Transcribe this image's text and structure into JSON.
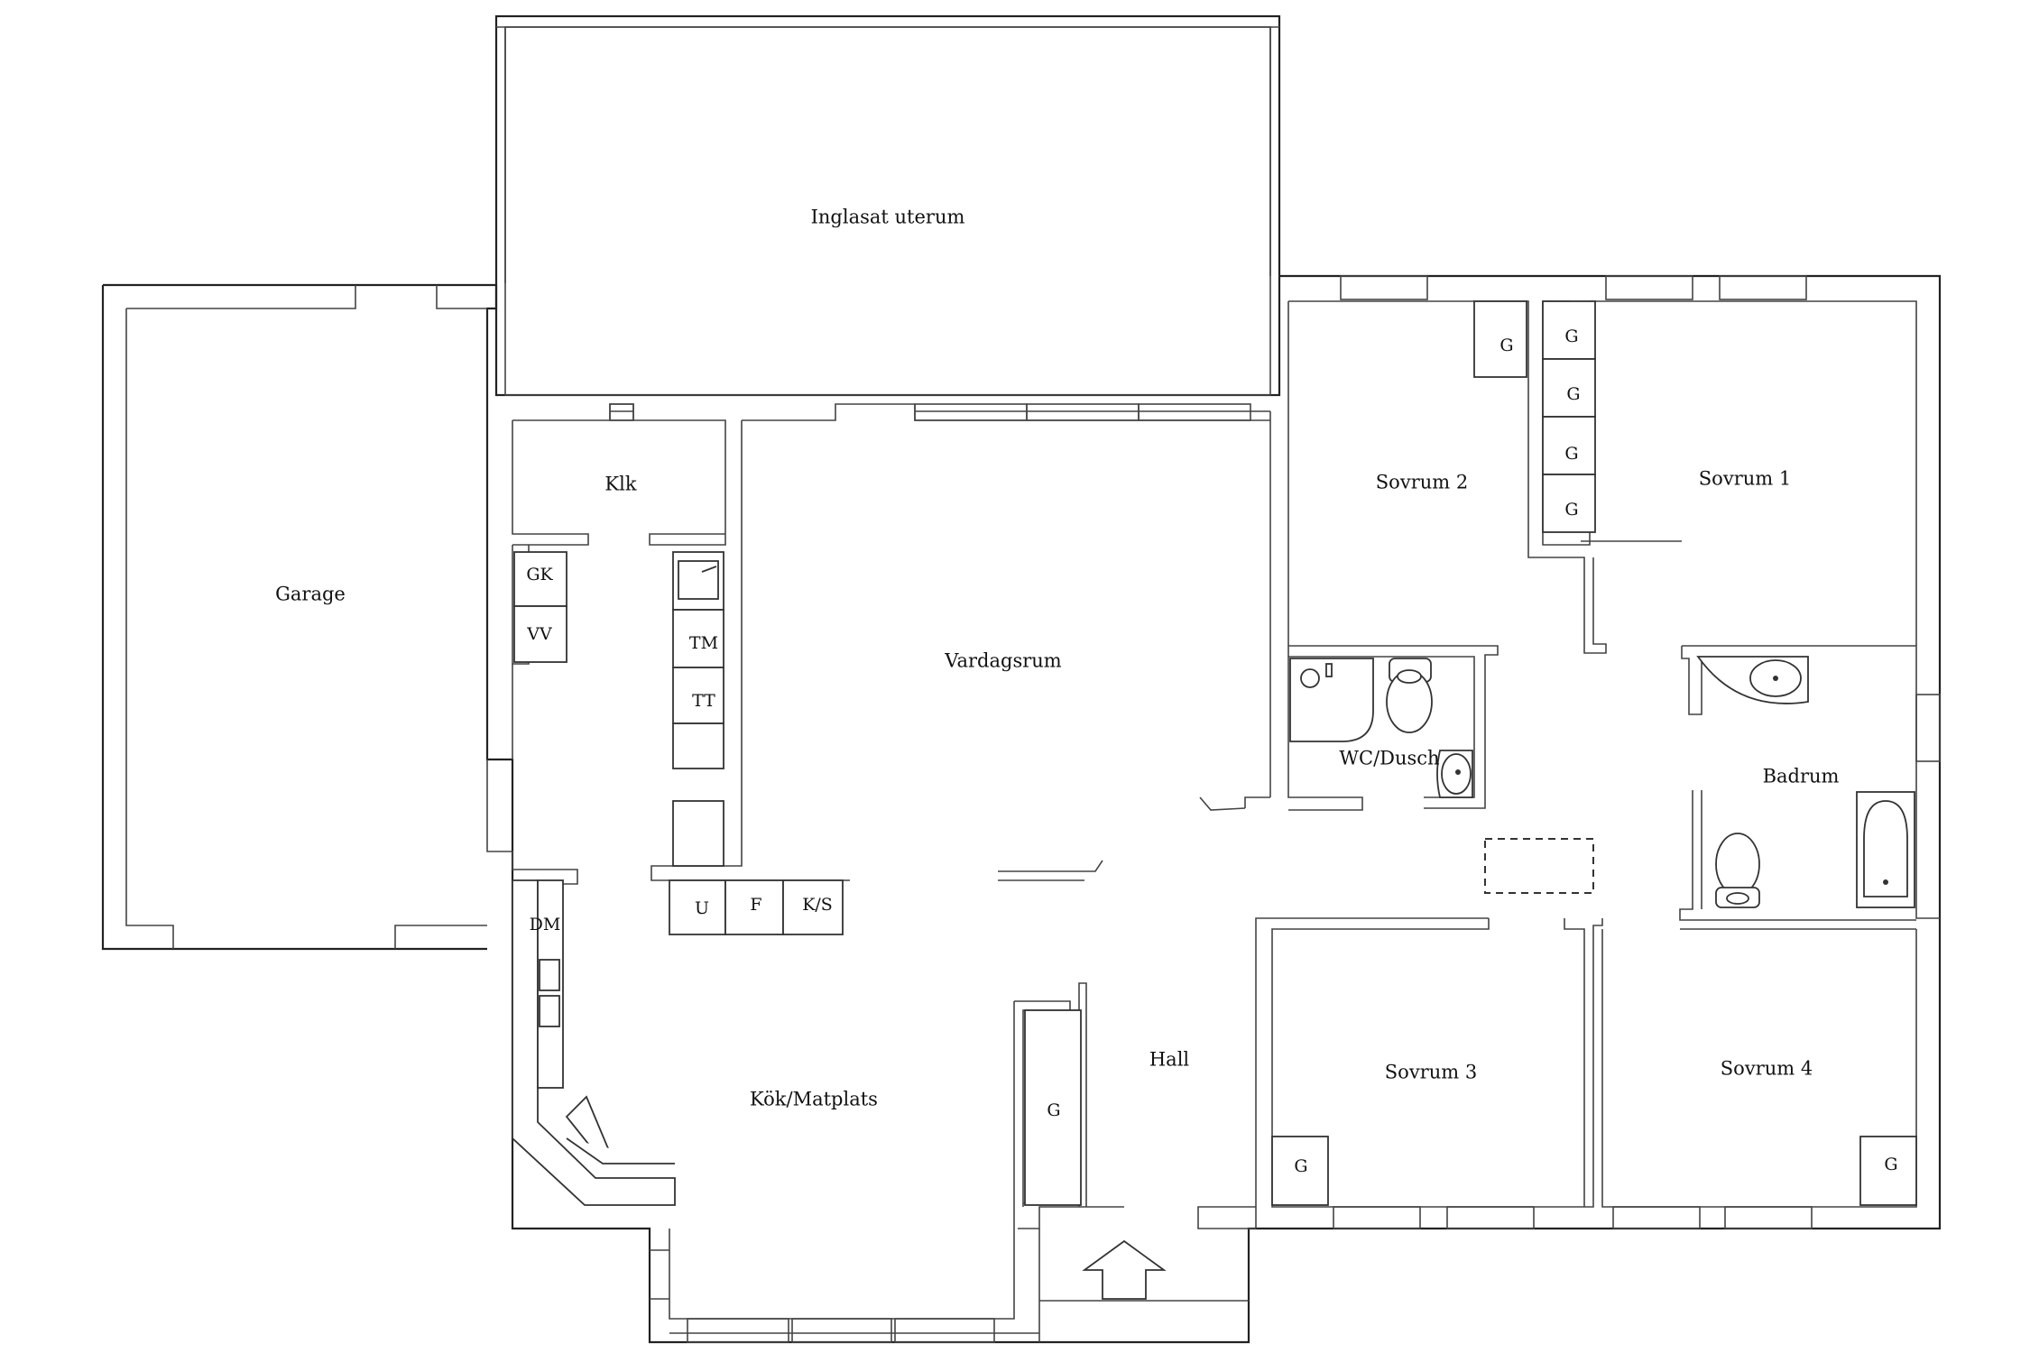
{
  "rooms": {
    "uterum": "Inglasat uterum",
    "garage": "Garage",
    "klk": "Klk",
    "vardagsrum": "Vardagsrum",
    "sovrum1": "Sovrum 1",
    "sovrum2": "Sovrum 2",
    "sovrum3": "Sovrum 3",
    "sovrum4": "Sovrum 4",
    "wc": "WC/Dusch",
    "badrum": "Badrum",
    "hall": "Hall",
    "kok": "Kök/Matplats"
  },
  "fixtures": {
    "gk": "GK",
    "vv": "VV",
    "tm": "TM",
    "tt": "TT",
    "u": "U",
    "f": "F",
    "ks": "K/S",
    "dm": "DM",
    "g": "G"
  }
}
